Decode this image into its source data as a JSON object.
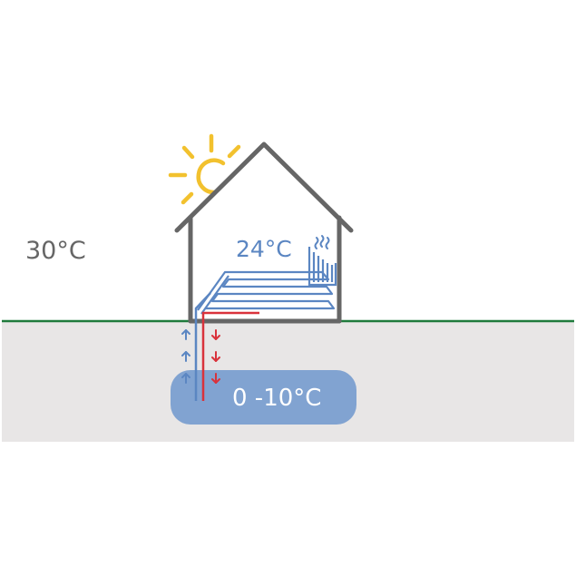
{
  "labels": {
    "outdoor_temp": "30°C",
    "indoor_temp": "24°C",
    "ground_temp": "0 -10°C"
  },
  "colors": {
    "ground": "#e8e6e6",
    "ground_line": "#1f7a3c",
    "house_outline": "#666666",
    "sun": "#f2c12e",
    "pipe_cool": "#5b86c2",
    "pipe_warm": "#d9323b",
    "collector": "#6f97cd",
    "outdoor_text": "#666666",
    "indoor_text": "#5b86c2",
    "ground_text": "#ffffff"
  },
  "icons": {
    "sun": "sun-icon",
    "radiator": "radiator-icon",
    "underfloor_heating": "underfloor-heating-icon",
    "heat_rising": "heat-wave-icon",
    "arrow_up": "arrow-up-icon",
    "arrow_down": "arrow-down-icon"
  }
}
